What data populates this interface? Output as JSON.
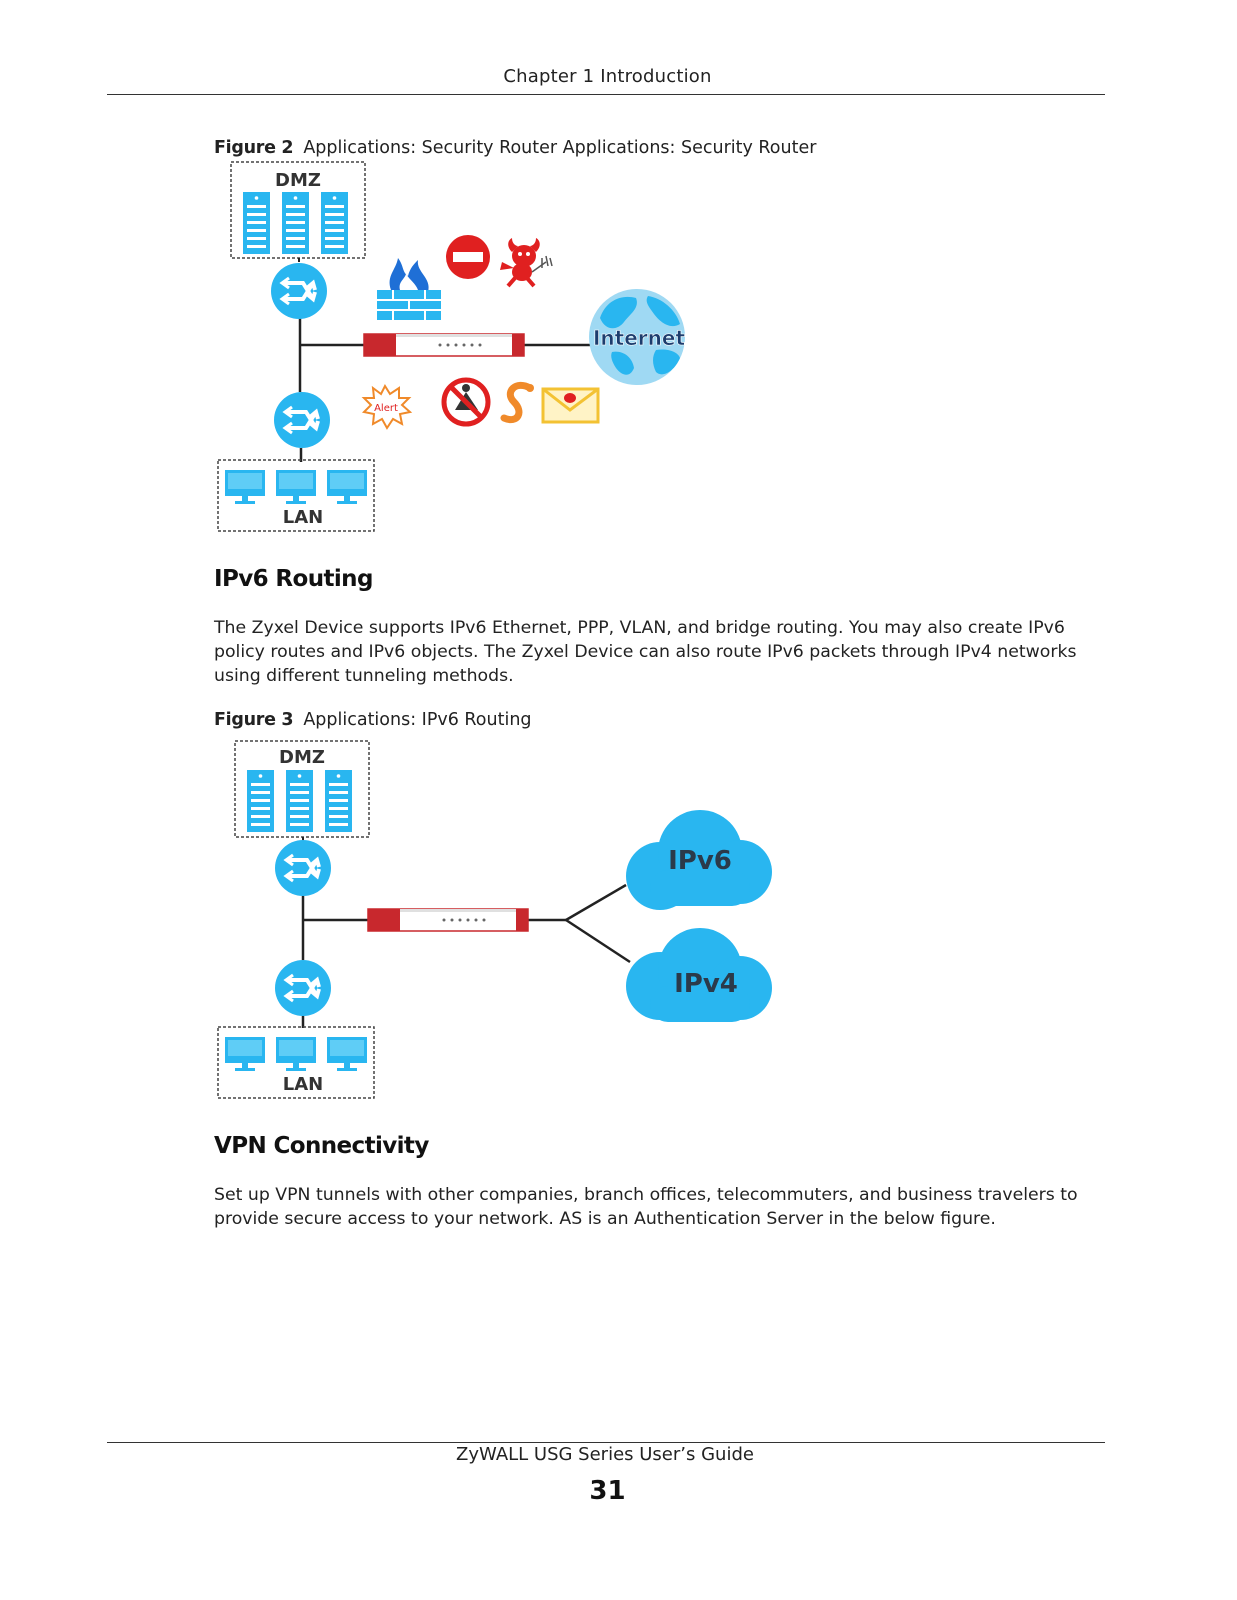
{
  "header": {
    "chapter": "Chapter 1 Introduction"
  },
  "figure2": {
    "label": "Figure 2",
    "caption": "Applications: Security Router Applications: Security Router",
    "diagram": {
      "dmz_label": "DMZ",
      "lan_label": "LAN",
      "internet_label": "Internet",
      "alert_label": "Alert"
    }
  },
  "section_ipv6": {
    "title": "IPv6 Routing",
    "body": "The Zyxel Device supports IPv6 Ethernet, PPP, VLAN, and bridge routing. You may also create IPv6 policy routes and IPv6 objects. The Zyxel Device can also route IPv6 packets through IPv4 networks using different tunneling methods."
  },
  "figure3": {
    "label": "Figure 3",
    "caption": "Applications: IPv6 Routing",
    "diagram": {
      "dmz_label": "DMZ",
      "lan_label": "LAN",
      "cloud_ipv6_label": "IPv6",
      "cloud_ipv4_label": "IPv4"
    }
  },
  "section_vpn": {
    "title": "VPN Connectivity",
    "body": "Set up VPN tunnels with other companies, branch offices, telecommuters, and business travelers to provide secure access to your network. AS is an Authentication Server in the below figure."
  },
  "footer": {
    "guide_title": "ZyWALL USG Series User’s Guide",
    "page_number": "31"
  },
  "colors": {
    "accent_blue": "#29b6f0",
    "router_red": "#c8282d",
    "threat_red": "#e02020",
    "mail_yellow": "#f3c233"
  }
}
